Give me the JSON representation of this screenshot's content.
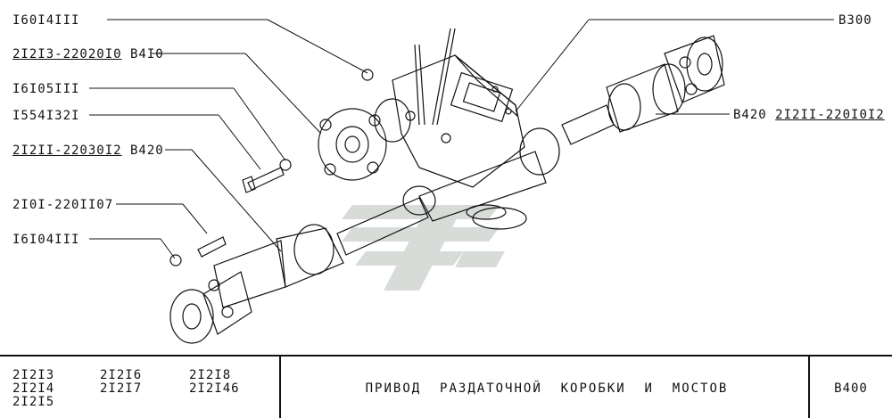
{
  "callouts": [
    {
      "id": "c1",
      "parts": [
        {
          "text": "I60I4III",
          "u": false
        }
      ]
    },
    {
      "id": "c2",
      "parts": [
        {
          "text": "2I2I3-22020I0",
          "u": true
        },
        {
          "text": " B4I0",
          "u": false
        }
      ]
    },
    {
      "id": "c3",
      "parts": [
        {
          "text": "I6I05III",
          "u": false
        }
      ]
    },
    {
      "id": "c4",
      "parts": [
        {
          "text": "I554I32I",
          "u": false
        }
      ]
    },
    {
      "id": "c5",
      "parts": [
        {
          "text": "2I2II-22030I2",
          "u": true
        },
        {
          "text": " B420",
          "u": false
        }
      ]
    },
    {
      "id": "c6",
      "parts": [
        {
          "text": "2I0I-220II07",
          "u": false
        }
      ]
    },
    {
      "id": "c7",
      "parts": [
        {
          "text": "I6I04III",
          "u": false
        }
      ]
    },
    {
      "id": "c8",
      "parts": [
        {
          "text": "B300",
          "u": false
        }
      ]
    },
    {
      "id": "c9",
      "parts": [
        {
          "text": "B420 ",
          "u": false
        },
        {
          "text": "2I2II-220I0I2",
          "u": true
        }
      ]
    }
  ],
  "footer": {
    "models_col1": [
      "2I2I3",
      "2I2I4",
      "2I2I5"
    ],
    "models_col2": [
      "2I2I6",
      "2I2I7"
    ],
    "models_col3": [
      "2I2I8",
      "2I2I46"
    ],
    "title": "ПРИВОД  РАЗДАТОЧНОЙ  КОРОБКИ  И  МОСТОВ",
    "code": "B400"
  }
}
